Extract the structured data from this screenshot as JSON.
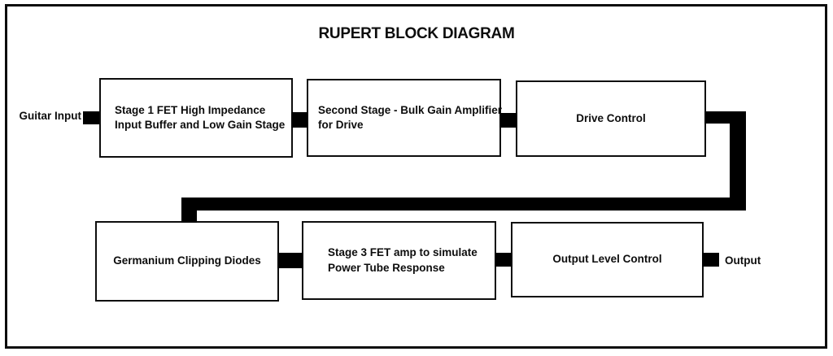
{
  "title": "RUPERT BLOCK DIAGRAM",
  "colors": {
    "ink": "#0d0d0d",
    "connector": "#000000",
    "paper": "#ffffff"
  },
  "io_labels": {
    "input": "Guitar Input",
    "output": "Output"
  },
  "blocks": {
    "stage1": {
      "lines": [
        "Stage 1 FET High Impedance",
        "Input Buffer and Low Gain Stage"
      ]
    },
    "stage2": {
      "lines": [
        "Second Stage - Bulk Gain Amplifier",
        "for Drive"
      ]
    },
    "drive_control": {
      "lines": [
        "Drive Control"
      ]
    },
    "germanium": {
      "lines": [
        "Germanium Clipping Diodes"
      ]
    },
    "stage3": {
      "lines": [
        "Stage 3 FET amp to simulate",
        "Power Tube Response"
      ]
    },
    "output_level": {
      "lines": [
        "Output Level Control"
      ]
    }
  },
  "flow_order": [
    "Guitar Input",
    "Stage 1 FET High Impedance Input Buffer and Low Gain Stage",
    "Second Stage - Bulk Gain Amplifier for Drive",
    "Drive Control",
    "Germanium Clipping Diodes",
    "Stage 3 FET amp to simulate Power Tube Response",
    "Output Level Control",
    "Output"
  ]
}
